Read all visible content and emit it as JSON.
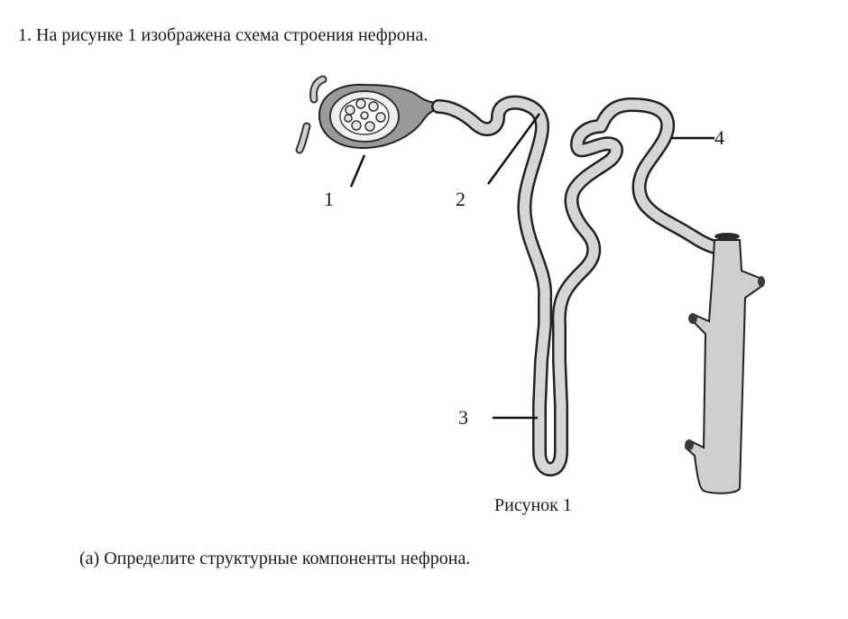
{
  "question": {
    "title": "1. На рисунке 1 изображена схема строения нефрона.",
    "sub_question": "(а) Определите структурные компоненты нефрона."
  },
  "figure": {
    "caption": "Рисунок 1",
    "labels": [
      "1",
      "2",
      "3",
      "4"
    ]
  }
}
